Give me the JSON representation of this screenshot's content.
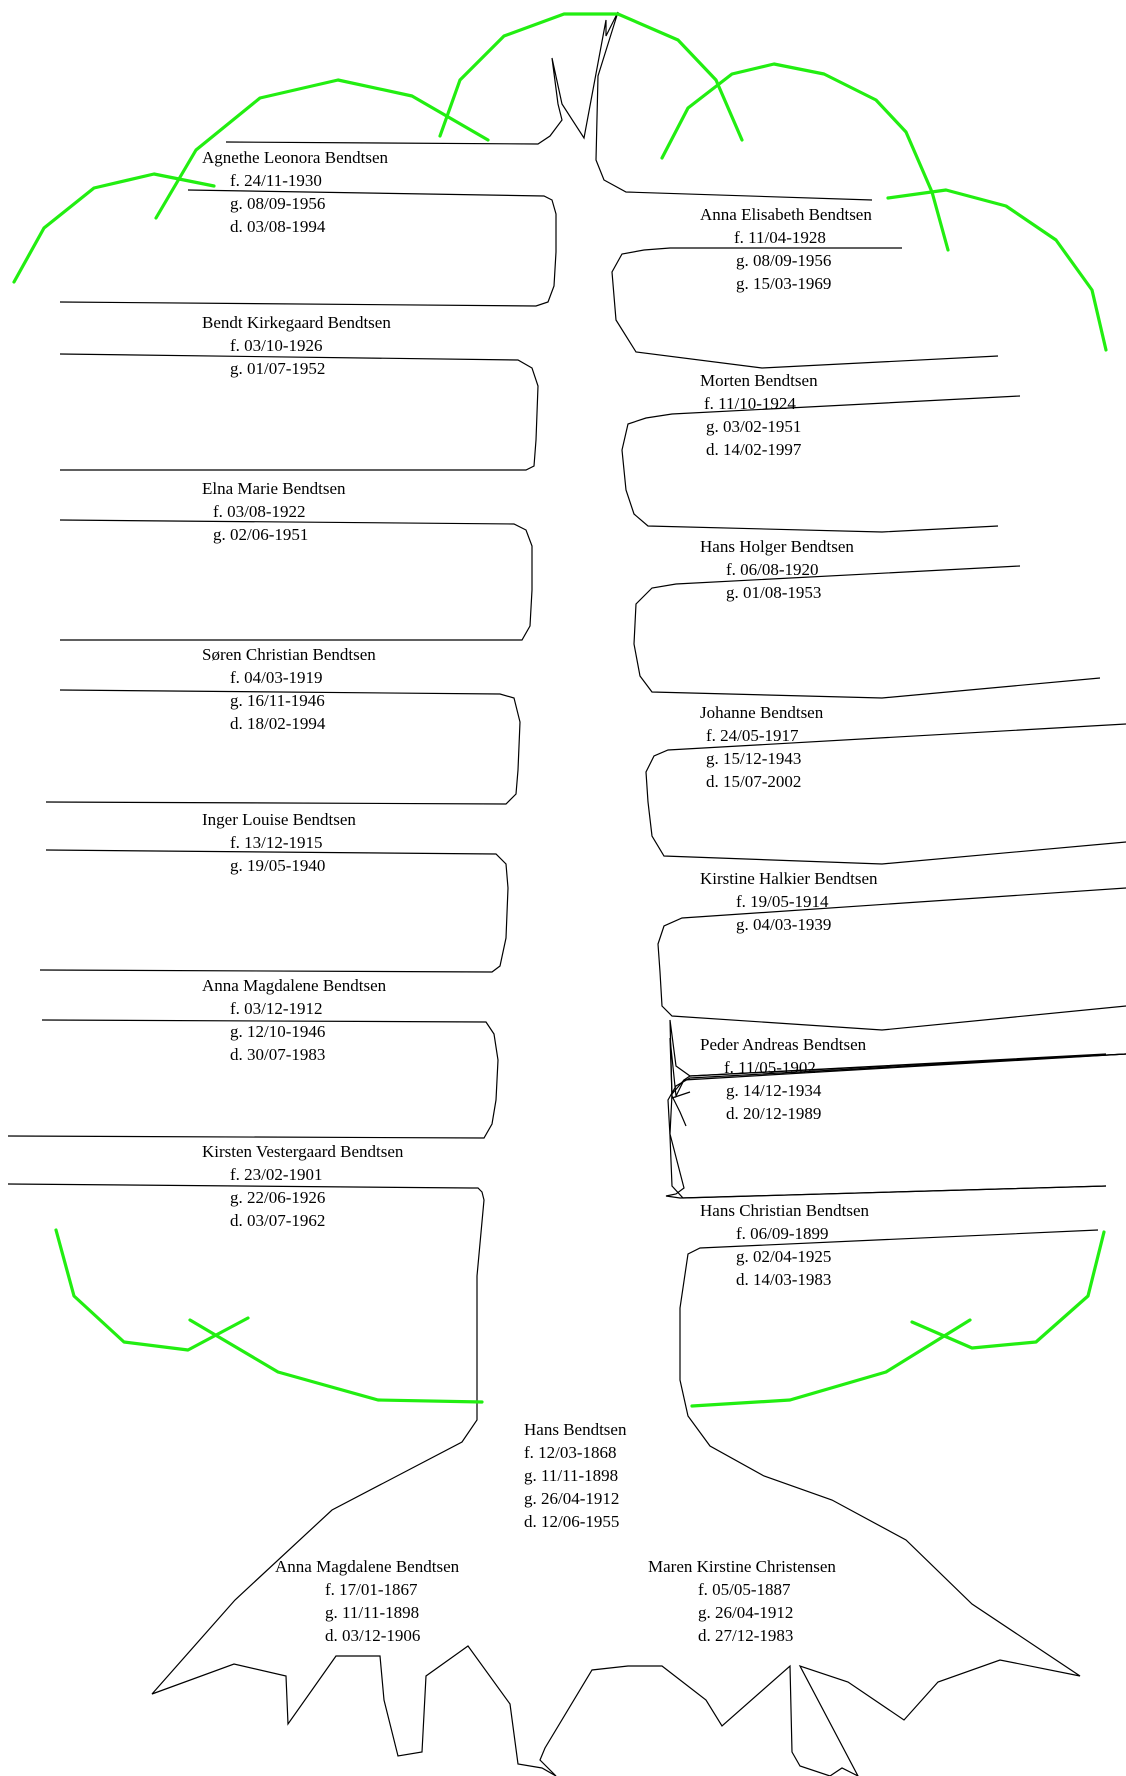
{
  "colors": {
    "outline": "#000000",
    "branches": "#22ee11",
    "background": "#ffffff"
  },
  "children": {
    "agnethe": {
      "name": "Agnethe Leonora Bendtsen",
      "dates": [
        "f. 24/11-1930",
        "g. 08/09-1956",
        "d. 03/08-1994"
      ]
    },
    "bendt": {
      "name": "Bendt Kirkegaard Bendtsen",
      "dates": [
        "f. 03/10-1926",
        "g. 01/07-1952"
      ]
    },
    "elna": {
      "name": "Elna Marie Bendtsen",
      "dates": [
        "f. 03/08-1922",
        "g. 02/06-1951"
      ]
    },
    "soren": {
      "name": "Søren Christian Bendtsen",
      "dates": [
        "f. 04/03-1919",
        "g. 16/11-1946",
        "d. 18/02-1994"
      ]
    },
    "inger": {
      "name": "Inger Louise Bendtsen",
      "dates": [
        "f. 13/12-1915",
        "g. 19/05-1940"
      ]
    },
    "annamagdalene2": {
      "name": "Anna Magdalene Bendtsen",
      "dates": [
        "f. 03/12-1912",
        "g. 12/10-1946",
        "d. 30/07-1983"
      ]
    },
    "kirsten": {
      "name": "Kirsten Vestergaard Bendtsen",
      "dates": [
        "f. 23/02-1901",
        "g. 22/06-1926",
        "d. 03/07-1962"
      ]
    },
    "annaelisabeth": {
      "name": "Anna Elisabeth Bendtsen",
      "dates": [
        "f. 11/04-1928",
        "g. 08/09-1956",
        "g. 15/03-1969"
      ]
    },
    "morten": {
      "name": "Morten Bendtsen",
      "dates": [
        "f. 11/10-1924",
        "g. 03/02-1951",
        "d. 14/02-1997"
      ]
    },
    "hansholger": {
      "name": "Hans Holger Bendtsen",
      "dates": [
        "f. 06/08-1920",
        "g. 01/08-1953"
      ]
    },
    "johanne": {
      "name": "Johanne Bendtsen",
      "dates": [
        "f. 24/05-1917",
        "g. 15/12-1943",
        "d. 15/07-2002"
      ]
    },
    "kirstine": {
      "name": "Kirstine Halkier Bendtsen",
      "dates": [
        "f. 19/05-1914",
        "g. 04/03-1939"
      ]
    },
    "peder": {
      "name": "Peder Andreas Bendtsen",
      "dates": [
        "f. 11/05-1902",
        "g. 14/12-1934",
        "d. 20/12-1989"
      ]
    },
    "hanschristian": {
      "name": "Hans Christian Bendtsen",
      "dates": [
        "f. 06/09-1899",
        "g. 02/04-1925",
        "d. 14/03-1983"
      ]
    }
  },
  "root": {
    "hans": {
      "name": "Hans Bendtsen",
      "dates": [
        "f. 12/03-1868",
        "g. 11/11-1898",
        "g. 26/04-1912",
        "d. 12/06-1955"
      ]
    },
    "annamagdalene1": {
      "name": "Anna Magdalene Bendtsen",
      "dates": [
        "f. 17/01-1867",
        "g. 11/11-1898",
        "d. 03/12-1906"
      ]
    },
    "maren": {
      "name": "Maren Kirstine Christensen",
      "dates": [
        "f. 05/05-1887",
        "g. 26/04-1912",
        "d. 27/12-1983"
      ]
    }
  }
}
